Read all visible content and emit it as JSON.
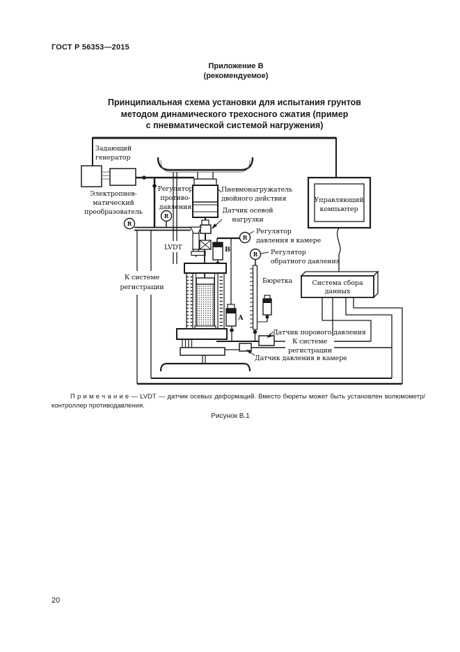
{
  "page": {
    "header": "ГОСТ Р 56353—2015",
    "appendix_line1": "Приложение В",
    "appendix_line2": "(рекомендуемое)",
    "title_line1": "Принципиальная схема установки для испытания грунтов",
    "title_line2": "методом динамического трехосного сжатия (пример",
    "title_line3": "с пневматической системой нагружения)",
    "note_label": "П р и м е ч а н и е",
    "note_text": " — LVDT — датчик осевых деформаций. Вместо бюреты может быть установлен волюмометр/контроллер противодавления.",
    "figure_caption": "Рисунок В.1",
    "page_number": "20"
  },
  "diagram": {
    "labels": {
      "generator_1": "Задающий",
      "generator_2": "генератор",
      "transducer_1": "Электропнев-",
      "transducer_2": "матический",
      "transducer_3": "преобразователь",
      "counter_pressure_reg_1": "Регулятор",
      "counter_pressure_reg_2": "противо-",
      "counter_pressure_reg_3": "давления",
      "pneumo_loader_1": "Пневмонагружатель",
      "pneumo_loader_2": "двойного действия",
      "axial_load_sensor_1": "Датчик осевой",
      "axial_load_sensor_2": "нагрузки",
      "chamber_pressure_reg_1": "Регулятор",
      "chamber_pressure_reg_2": "давления в камере",
      "back_pressure_reg_1": "Регулятор",
      "back_pressure_reg_2": "обратного давления",
      "computer_1": "Управляющий",
      "computer_2": "компьютер",
      "lvdt": "LVDT",
      "burette": "Бюретка",
      "to_recording_left_1": "К системе",
      "to_recording_left_2": "регистрации",
      "data_system_1": "Система сбора",
      "data_system_2": "данных",
      "pore_pressure_sensor": "Датчик порового давления",
      "to_recording_right_1": "К системе",
      "to_recording_right_2": "регистрации",
      "chamber_pressure_sensor": "Датчик давления в камере",
      "valve_a": "А",
      "valve_b": "В",
      "regulator_r": "R"
    }
  }
}
